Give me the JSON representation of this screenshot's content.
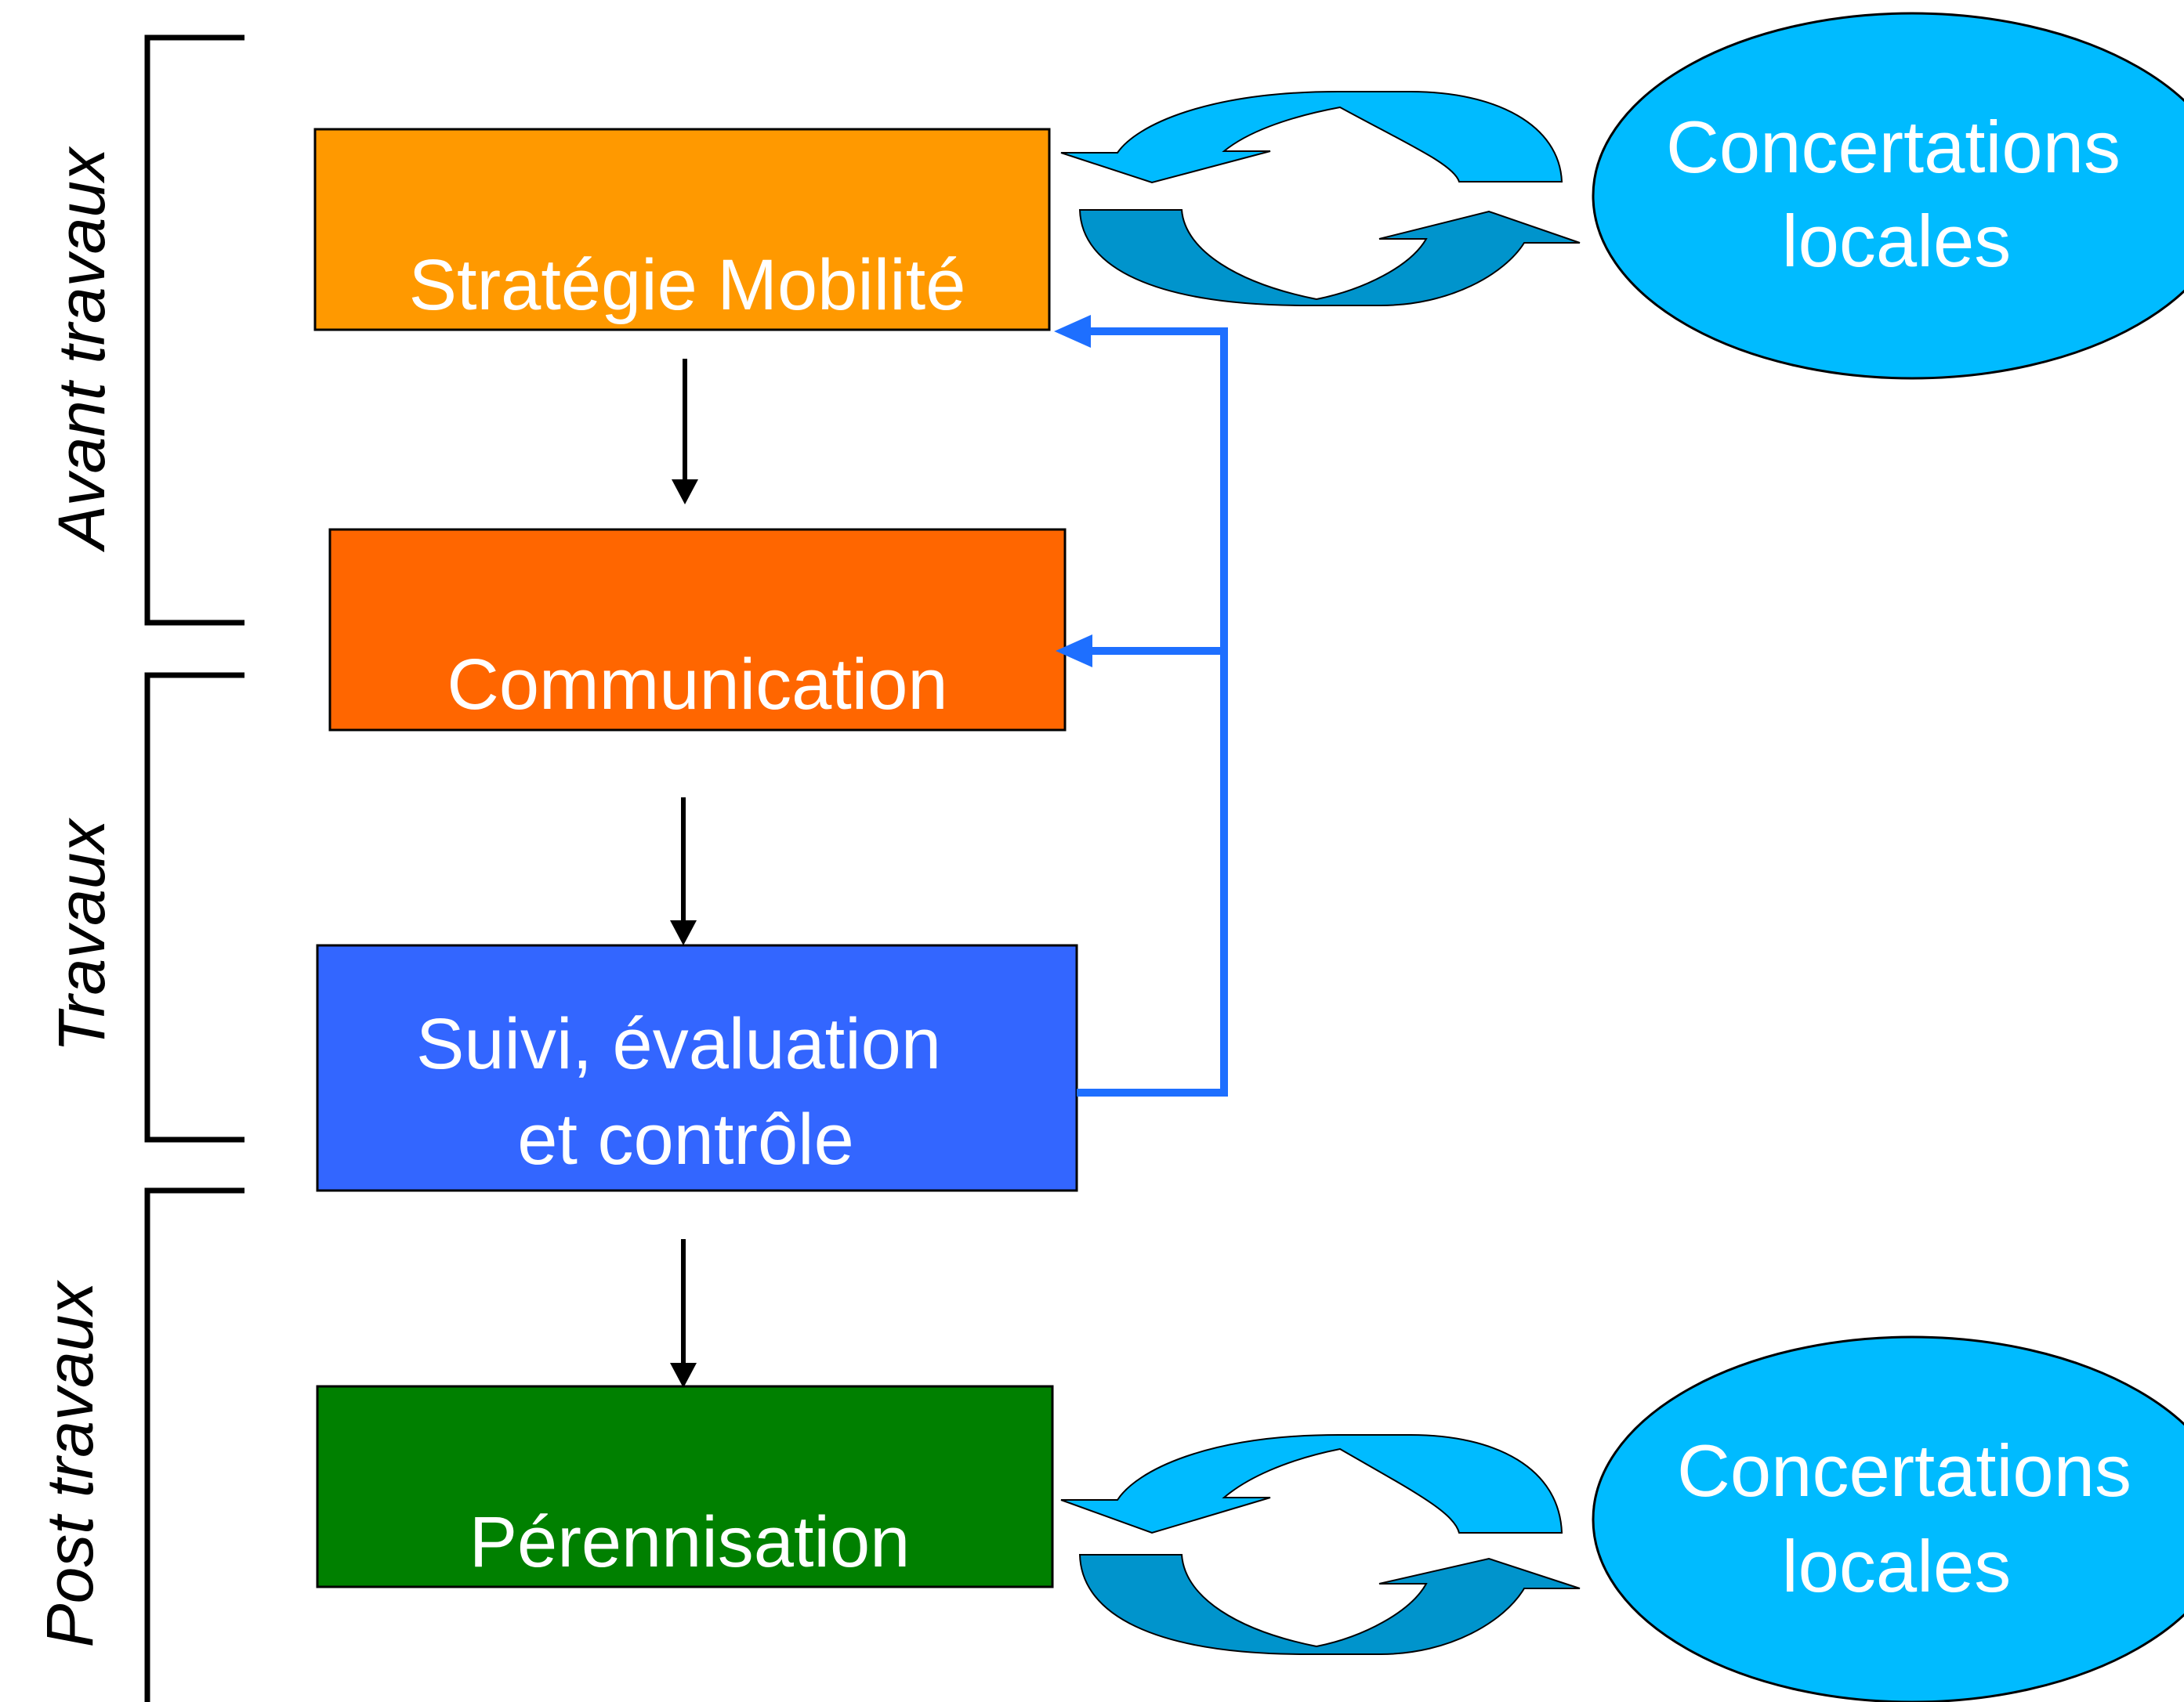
{
  "phases": {
    "avant": "Avant travaux",
    "travaux": "Travaux",
    "post": "Post travaux"
  },
  "boxes": {
    "strategie": {
      "label": "Stratégie Mobilité",
      "color": "#ff9900"
    },
    "communication": {
      "label": "Communication",
      "color": "#ff6600"
    },
    "suivi": {
      "line1": "Suivi, évaluation",
      "line2": "et contrôle",
      "color": "#3366ff"
    },
    "perennisation": {
      "label": "Pérennisation",
      "color": "#008000"
    }
  },
  "concertations": [
    {
      "line1": "Concertations",
      "line2": "locales"
    },
    {
      "line1": "Concertations",
      "line2": "locales"
    }
  ],
  "colors": {
    "ellipse": "#00bbff",
    "cycle_arrow_light": "#00bbff",
    "cycle_arrow_dark": "#0094cc",
    "feedback": "#1e6fff",
    "flow_arrow": "#000000"
  }
}
